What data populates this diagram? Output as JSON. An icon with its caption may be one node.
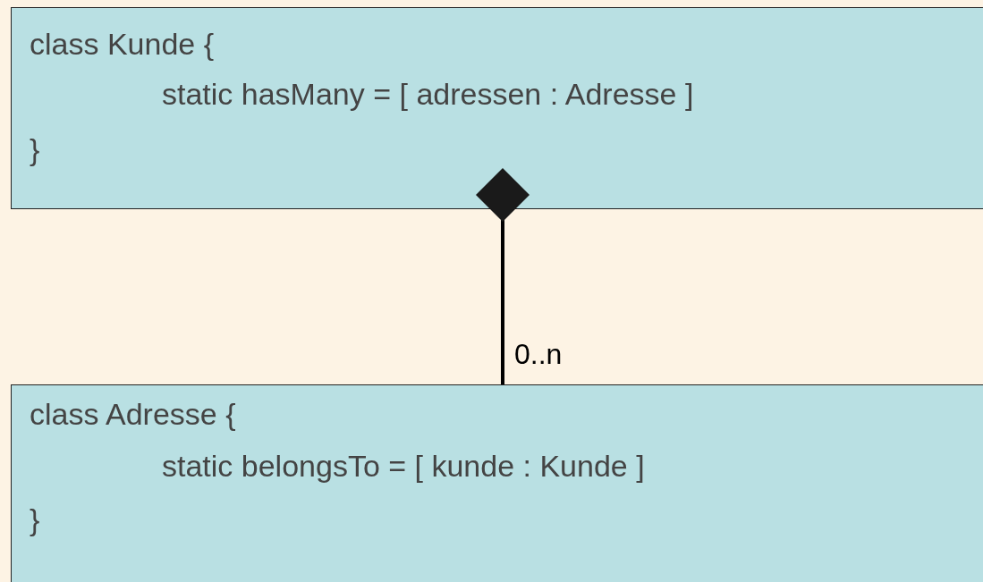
{
  "diagram": {
    "nodes": [
      {
        "text": [
          "class Kunde {",
          "static hasMany = [ adressen : Adresse ]",
          "}"
        ]
      },
      {
        "text": [
          "class Adresse {",
          "static belongsTo = [ kunde : Kunde ]",
          "}"
        ]
      }
    ],
    "edges": [
      {
        "from": 1,
        "to": 0,
        "arrow": "other",
        "label": "0..n"
      }
    ]
  }
}
